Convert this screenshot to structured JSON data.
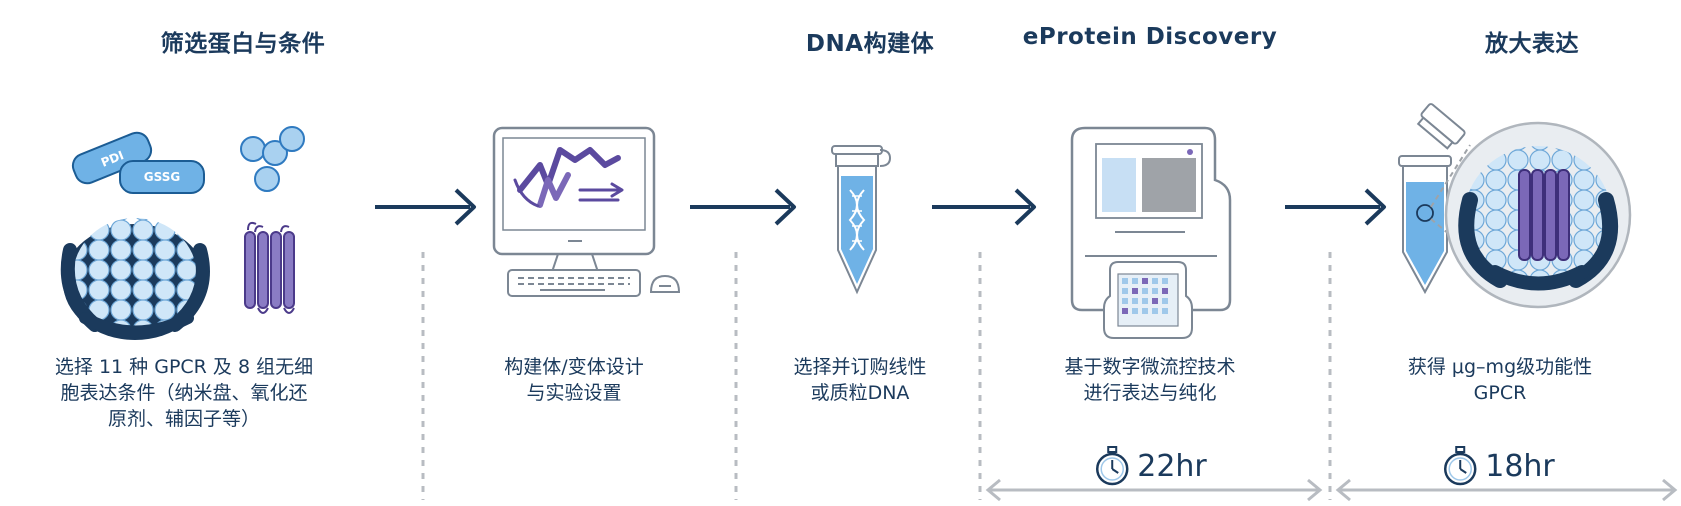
{
  "steps": [
    {
      "heading": "筛选蛋白与条件",
      "caption_lines": [
        "选择 11 种 GPCR 及 8 组无细",
        "胞表达条件（纳米盘、氧化还",
        "原剂、辅因子等）"
      ],
      "badges": [
        "PDI",
        "GSSG"
      ]
    },
    {
      "heading": "",
      "caption_lines": [
        "构建体/变体设计",
        "与实验设置"
      ]
    },
    {
      "heading": "DNA构建体",
      "caption_lines": [
        "选择并订购线性",
        "或质粒DNA"
      ]
    },
    {
      "heading": "eProtein Discovery",
      "caption_lines": [
        "基于数字微流控技术",
        "进行表达与纯化"
      ],
      "duration": "22hr"
    },
    {
      "heading": "放大表达",
      "caption_lines": [
        "获得 μg–mg级功能性",
        "GPCR"
      ],
      "duration": "18hr"
    }
  ],
  "colors": {
    "navy": "#1b3a5c",
    "light_blue": "#a9d1f0",
    "mid_blue": "#6fb2e6",
    "purple": "#7b68b8",
    "gray": "#b8bcc2"
  },
  "icons": [
    "arrow-icon",
    "stopwatch-icon"
  ]
}
